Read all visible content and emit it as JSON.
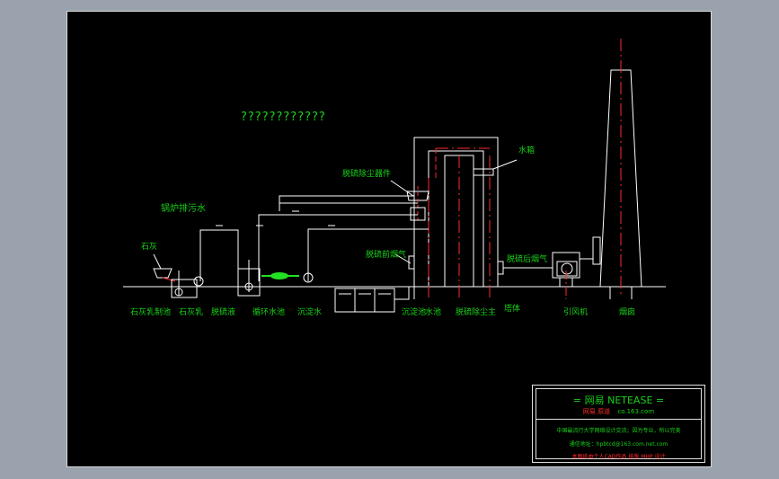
{
  "diagram": {
    "title": "????????????",
    "labels": {
      "lime": "石灰",
      "boiler_wastewater": "锅炉排污水",
      "desulf_tower_top": "脱硫除尘器件",
      "water_tank": "水箱",
      "flue_in": "脱硫前烟气",
      "flue_out": "脱硫后烟气",
      "b_lime_slurry": "石灰乳制池",
      "b_lime_silo": "石灰乳",
      "b_desulf_liquid": "脱硫液",
      "b_circ_water": "循环水池",
      "b_sed_water": "沉淀水",
      "b_settling": "沉淀池",
      "b_water_pool": "水池",
      "b_desulf_main": "脱硫除尘主",
      "b_body": "塔体",
      "b_fan": "引风机",
      "b_chimney": "烟囱"
    }
  },
  "title_block": {
    "brand": "= 网易 NETEASE =",
    "site_name": "网易 原道",
    "site_url": "co.163.com",
    "line1": "中国最流行大学网络设计交流；因为专业，所以完美",
    "line2": "通信地址：hpbtcd@163.com.net.com",
    "line3": "本图纸由个人CAD作品 排版 MHP 设计"
  },
  "colors": {
    "background": "#000000",
    "line": "#ffffff",
    "text": "#19d219",
    "centerline": "#ff2a2a",
    "pump_highlight": "#22e022",
    "frame": "#d8d8d8",
    "outer": "#9aa3ad"
  }
}
